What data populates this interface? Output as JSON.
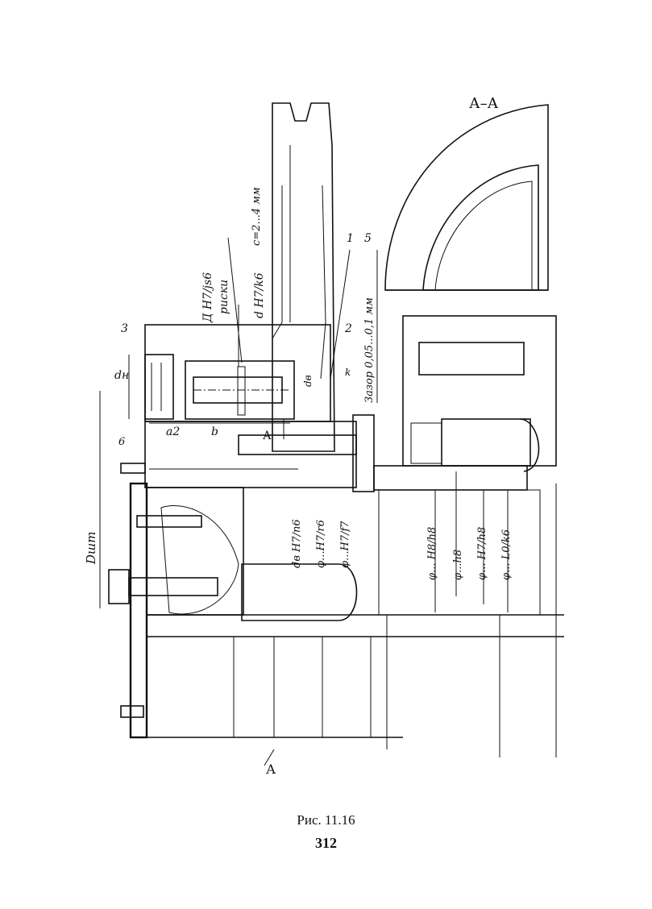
{
  "figure": {
    "caption": "Рис. 11.16",
    "page_number": "312",
    "section_label": "А–А",
    "cut_marks": [
      "А",
      "А"
    ],
    "labels": {
      "d_n": "dн",
      "D_sht": "Dшт",
      "d_b": "dв",
      "fit_D": "Д Н7/js6",
      "riski": "риски",
      "fit_d": "d Н7/k6",
      "c_dim": "c=2...4 мм",
      "gap": "Зазор 0,05...0,1 мм",
      "a2": "a2",
      "b": "b",
      "k": "k",
      "c_small": "c",
      "fit_db": "dв Н7/п6",
      "fit_phi_r6": "φ...Н7/r6",
      "fit_phi_f7": "φ...Н7/f7",
      "fit_h8h8": "φ... Н8/h8",
      "fit_h8": "φ...h8",
      "fit_H7h8": "φ... Н7/h8",
      "fit_L0k6": "φ... L0/k6"
    },
    "callouts": [
      "1",
      "2",
      "3",
      "5",
      "6"
    ]
  }
}
